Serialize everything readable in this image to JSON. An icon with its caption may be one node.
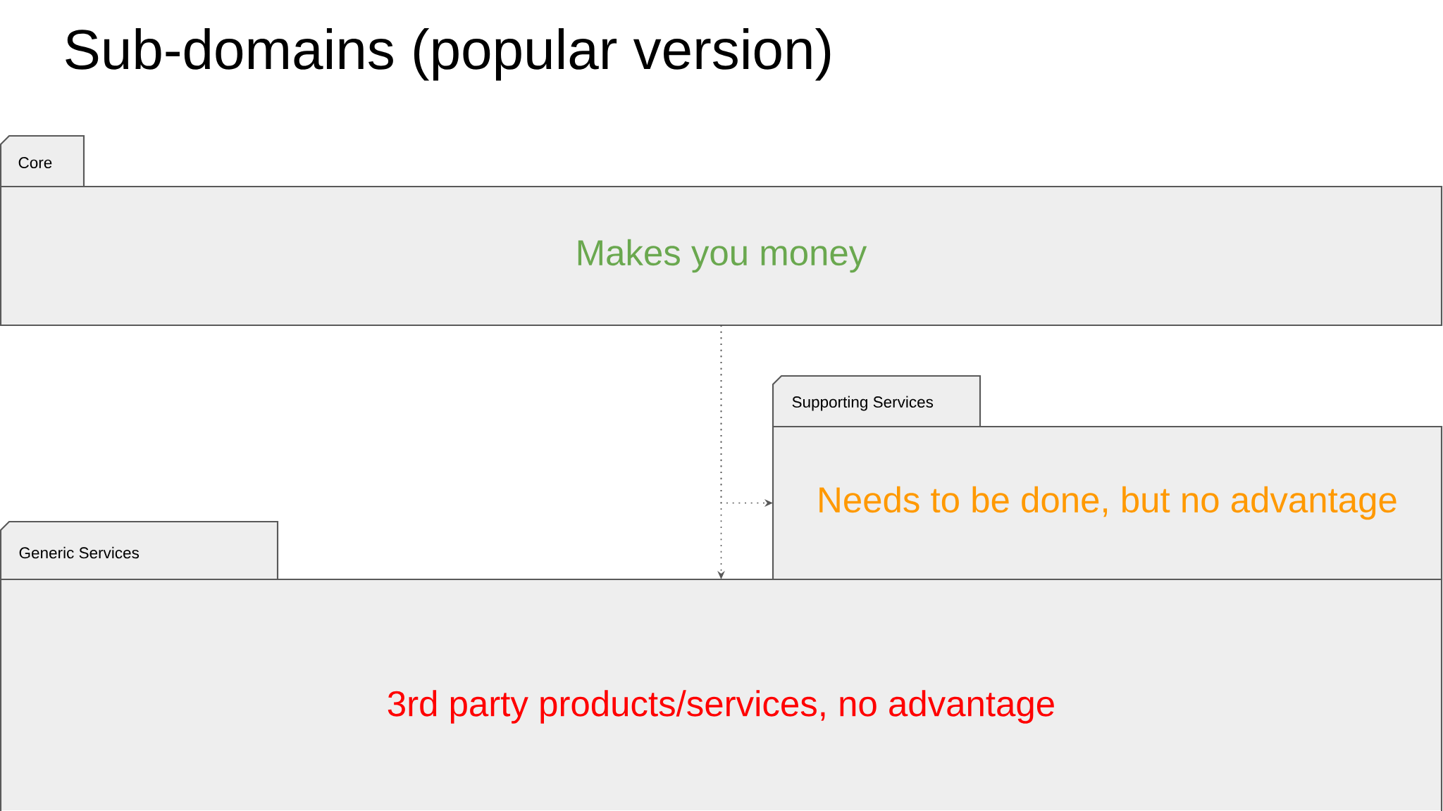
{
  "diagram": {
    "title": "Sub-domains (popular version)",
    "nodes": [
      {
        "text": [
          "Core",
          "Makes you money"
        ]
      },
      {
        "text": [
          "Supporting Services",
          "Needs to be done, but no advantage"
        ]
      },
      {
        "text": [
          "Generic Services",
          "3rd party products/services, no advantage"
        ]
      }
    ],
    "edges": [
      {
        "from": 0,
        "to": 2,
        "arrow": "to",
        "style": "dashed"
      },
      {
        "from": 0,
        "to": 1,
        "arrow": "to",
        "style": "dashed"
      }
    ]
  }
}
